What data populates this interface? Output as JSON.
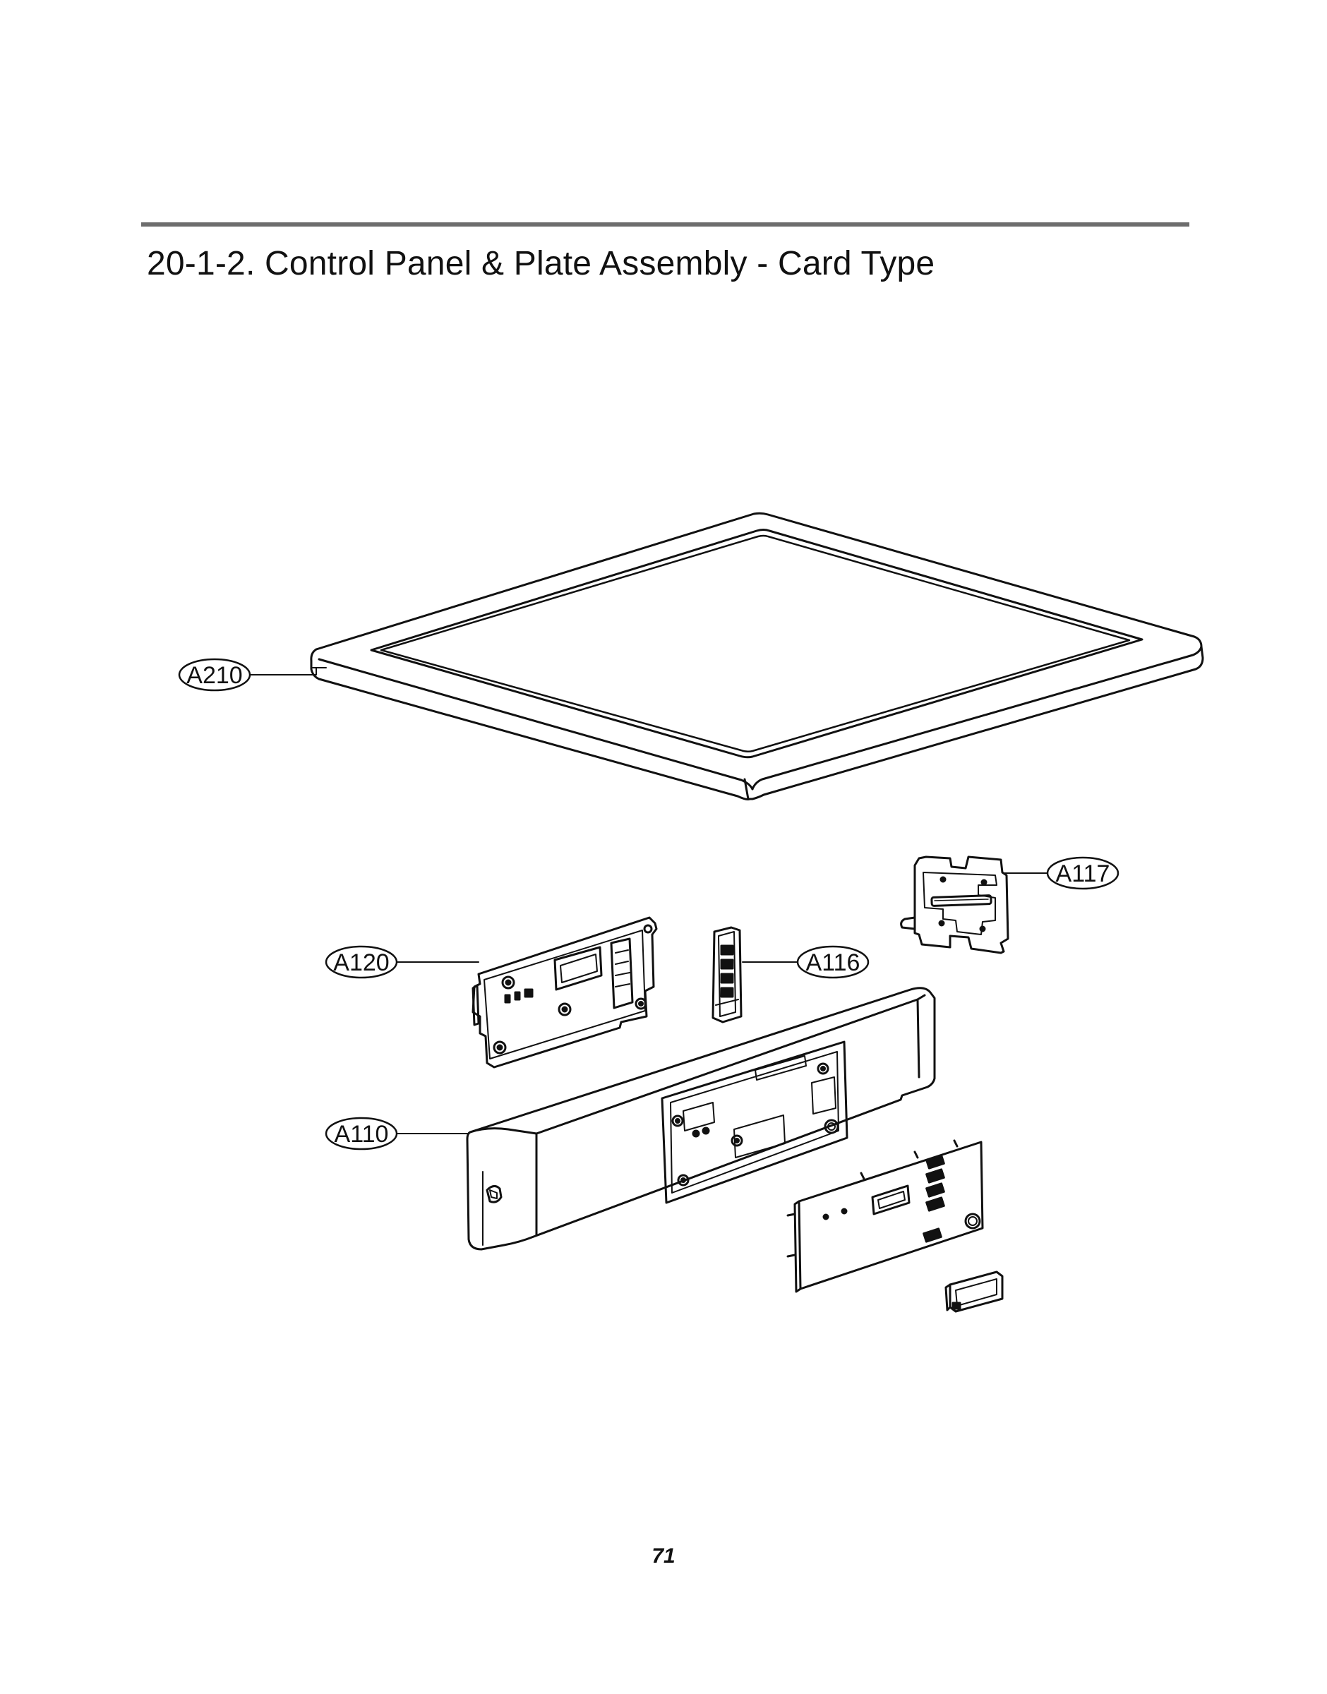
{
  "header": {
    "title": "20-1-2. Control Panel & Plate Assembly - Card Type"
  },
  "callouts": {
    "a210": "A210",
    "a117": "A117",
    "a120": "A120",
    "a116": "A116",
    "a110": "A110"
  },
  "footer": {
    "page_number": "71"
  }
}
